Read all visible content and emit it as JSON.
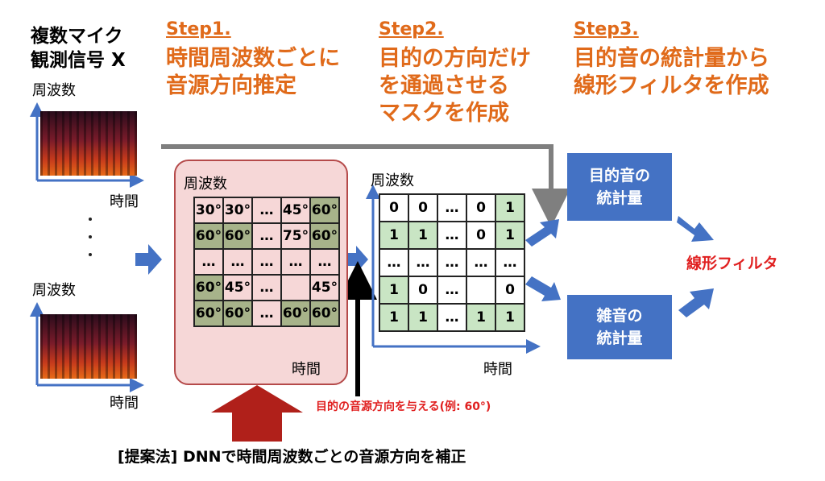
{
  "input": {
    "title": "複数マイク\n観測信号 X",
    "freq_label": "周波数",
    "time_label": "時間"
  },
  "step1": {
    "heading": "Step1.",
    "text": "時間周波数ごとに\n音源方向推定"
  },
  "step2": {
    "heading": "Step2.",
    "text": "目的の方向だけ\nを通過させる\nマスクを作成"
  },
  "step3": {
    "heading": "Step3.",
    "text": "目的音の統計量から\n線形フィルタを作成"
  },
  "direction_grid": {
    "freq_label": "周波数",
    "time_label": "時間",
    "rows": [
      [
        {
          "v": "30°",
          "s": false
        },
        {
          "v": "30°",
          "s": false
        },
        {
          "v": "…",
          "s": false
        },
        {
          "v": "45°",
          "s": false
        },
        {
          "v": "60°",
          "s": true
        }
      ],
      [
        {
          "v": "60°",
          "s": true
        },
        {
          "v": "60°",
          "s": true
        },
        {
          "v": "…",
          "s": false
        },
        {
          "v": "75°",
          "s": false
        },
        {
          "v": "60°",
          "s": true
        }
      ],
      [
        {
          "v": "…",
          "s": false
        },
        {
          "v": "…",
          "s": false
        },
        {
          "v": "…",
          "s": false
        },
        {
          "v": "…",
          "s": false
        },
        {
          "v": "…",
          "s": false
        }
      ],
      [
        {
          "v": "60°",
          "s": true
        },
        {
          "v": "45°",
          "s": false
        },
        {
          "v": "…",
          "s": false
        },
        {
          "v": "",
          "s": false
        },
        {
          "v": "45°",
          "s": false
        }
      ],
      [
        {
          "v": "60°",
          "s": true
        },
        {
          "v": "60°",
          "s": true
        },
        {
          "v": "…",
          "s": false
        },
        {
          "v": "60°",
          "s": true
        },
        {
          "v": "60°",
          "s": true
        }
      ]
    ]
  },
  "mask_grid": {
    "freq_label": "周波数",
    "time_label": "時間",
    "rows": [
      [
        {
          "v": "0",
          "s": false
        },
        {
          "v": "0",
          "s": false
        },
        {
          "v": "…",
          "s": false
        },
        {
          "v": "0",
          "s": false
        },
        {
          "v": "1",
          "s": true
        }
      ],
      [
        {
          "v": "1",
          "s": true
        },
        {
          "v": "1",
          "s": true
        },
        {
          "v": "…",
          "s": false
        },
        {
          "v": "0",
          "s": false
        },
        {
          "v": "1",
          "s": true
        }
      ],
      [
        {
          "v": "…",
          "s": false
        },
        {
          "v": "…",
          "s": false
        },
        {
          "v": "…",
          "s": false
        },
        {
          "v": "…",
          "s": false
        },
        {
          "v": "…",
          "s": false
        }
      ],
      [
        {
          "v": "1",
          "s": true
        },
        {
          "v": "0",
          "s": false
        },
        {
          "v": "…",
          "s": false
        },
        {
          "v": "",
          "s": false
        },
        {
          "v": "0",
          "s": false
        }
      ],
      [
        {
          "v": "1",
          "s": true
        },
        {
          "v": "1",
          "s": true
        },
        {
          "v": "…",
          "s": false
        },
        {
          "v": "1",
          "s": true
        },
        {
          "v": "1",
          "s": true
        }
      ]
    ]
  },
  "target_stats": "目的音の\n統計量",
  "noise_stats": "雑音の\n統計量",
  "linear_filter": "線形フィルタ",
  "target_direction_note": "目的の音源方向を与える(例: 60°)",
  "proposal": "[提案法] DNNで時間周波数ごとの音源方向を補正",
  "colors": {
    "step_orange": "#e06a1a",
    "accent_blue": "#4472c4",
    "selected_olive": "#a7b38a",
    "selected_green": "#c9e5c4",
    "proposal_red": "#b0201a"
  }
}
